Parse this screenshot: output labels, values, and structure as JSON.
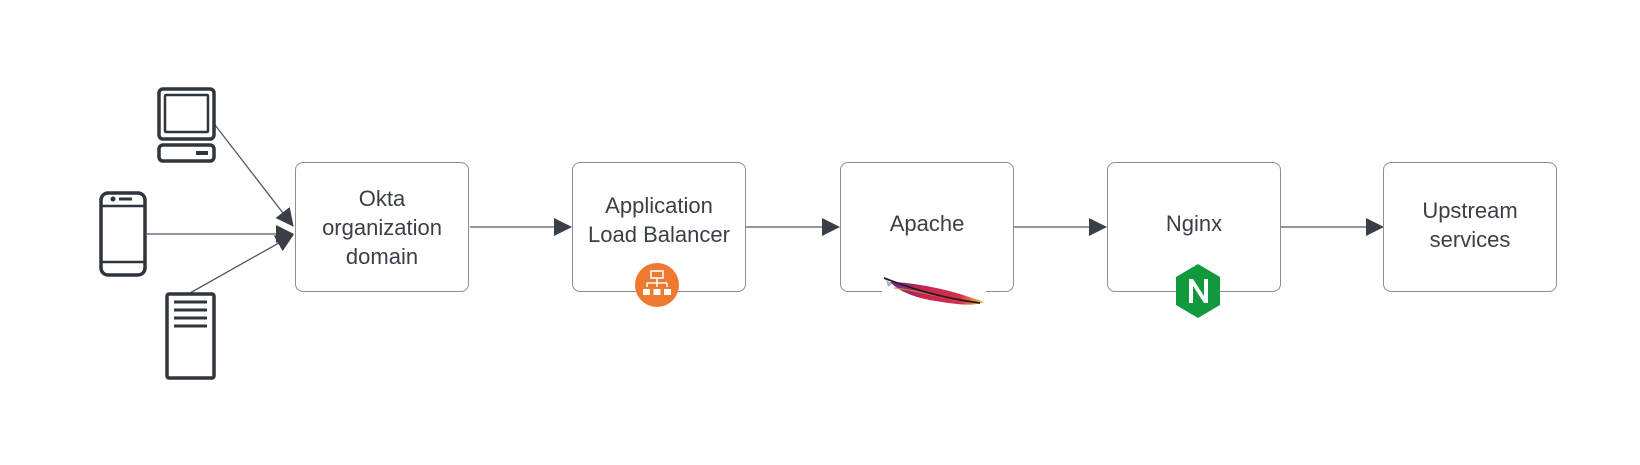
{
  "diagram": {
    "title": "",
    "clients": [
      {
        "id": "desktop",
        "icon": "desktop-computer-icon"
      },
      {
        "id": "mobile",
        "icon": "mobile-phone-icon"
      },
      {
        "id": "server",
        "icon": "server-icon"
      }
    ],
    "nodes": [
      {
        "id": "okta",
        "label": "Okta\norganization\ndomain",
        "badge": null
      },
      {
        "id": "alb",
        "label": "Application\nLoad Balancer",
        "badge": "load-balancer-icon"
      },
      {
        "id": "apache",
        "label": "Apache",
        "badge": "apache-feather-icon"
      },
      {
        "id": "nginx",
        "label": "Nginx",
        "badge": "nginx-logo-icon"
      },
      {
        "id": "upstream",
        "label": "Upstream\nservices",
        "badge": null
      }
    ],
    "edges": [
      {
        "from": "desktop",
        "to": "okta"
      },
      {
        "from": "mobile",
        "to": "okta"
      },
      {
        "from": "server",
        "to": "okta"
      },
      {
        "from": "okta",
        "to": "alb"
      },
      {
        "from": "alb",
        "to": "apache"
      },
      {
        "from": "apache",
        "to": "nginx"
      },
      {
        "from": "nginx",
        "to": "upstream"
      }
    ],
    "colors": {
      "stroke": "#3a3f47",
      "border": "#8a8d92",
      "alb_orange": "#ee7a30",
      "nginx_green": "#119a3d"
    }
  }
}
